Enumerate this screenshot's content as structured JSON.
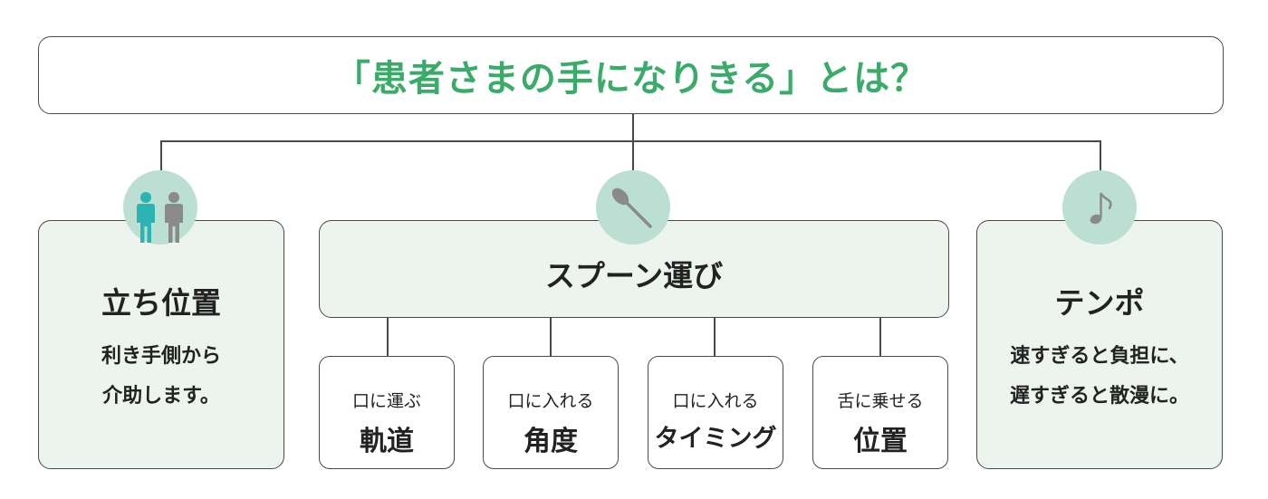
{
  "title": "「患者さまの手になりきる」とは？",
  "colors": {
    "title_accent": "#3aab69",
    "box_fill": "#edf4ee",
    "icon_circle": "#bcdfd3",
    "person_teal": "#2bb5b2",
    "person_gray": "#8a8a8a",
    "line": "#4a4a4a"
  },
  "categories": {
    "position": {
      "icon": "people-icon",
      "title": "立ち位置",
      "desc_line1": "利き手側から",
      "desc_line2": "介助します。"
    },
    "spoon": {
      "icon": "spoon-icon",
      "title": "スプーン運び",
      "subitems": [
        {
          "top": "口に運ぶ",
          "main": "軌道"
        },
        {
          "top": "口に入れる",
          "main": "角度"
        },
        {
          "top": "口に入れる",
          "main": "タイミング"
        },
        {
          "top": "舌に乗せる",
          "main": "位置"
        }
      ]
    },
    "tempo": {
      "icon": "music-note-icon",
      "title": "テンポ",
      "desc_line1": "速すぎると負担に、",
      "desc_line2": "遅すぎると散漫に。"
    }
  }
}
